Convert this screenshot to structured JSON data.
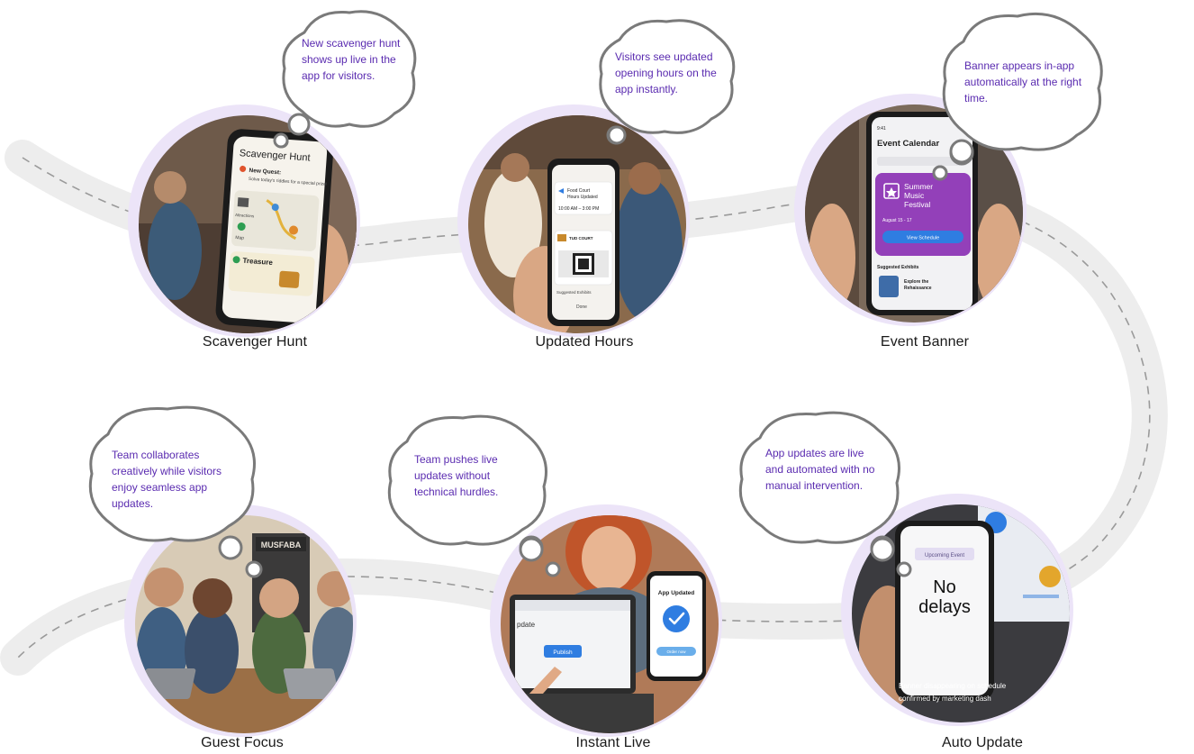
{
  "stations": [
    {
      "id": "scavenger-hunt",
      "label": "Scavenger Hunt",
      "bubble": "New scavenger hunt shows up live in the app for visitors.",
      "phone": {
        "title": "Scavenger Hunt",
        "quest_title": "New Quest:",
        "quest_body": "Solve today's riddles for a special prize!",
        "attractions": "Attractions",
        "map": "Map",
        "treasure": "Treasure"
      }
    },
    {
      "id": "updated-hours",
      "label": "Updated Hours",
      "bubble": "Visitors see updated opening hours on the app instantly.",
      "phone": {
        "notice_line1": "Food Court",
        "notice_line2": "Hours Updated",
        "hours": "10:00 AM – 3:00 PM",
        "card_title": "TUD COURT",
        "suggested": "Suggested Exhibits",
        "done": "Done"
      }
    },
    {
      "id": "event-banner",
      "label": "Event Banner",
      "bubble": "Banner appears in-app automatically at the right time.",
      "phone": {
        "time": "9:41",
        "title": "Event Calendar",
        "banner_title_1": "Summer",
        "banner_title_2": "Music",
        "banner_title_3": "Festival",
        "dates": "August 15 - 17",
        "cta": "View Schedule",
        "suggested": "Suggested Exhibits",
        "exhibit_1": "Explore the",
        "exhibit_2": "Rehaissance"
      }
    },
    {
      "id": "guest-focus",
      "label": "Guest Focus",
      "bubble": "Team collaborates creatively while visitors enjoy seamless app updates.",
      "sign": "MUSFABA"
    },
    {
      "id": "instant-live",
      "label": "Instant Live",
      "bubble": "Team pushes live updates without technical hurdles.",
      "laptop_heading": "pdate",
      "publish": "Publish",
      "phone": {
        "title": "App Updated",
        "cta": "Order now"
      }
    },
    {
      "id": "auto-update",
      "label": "Auto Update",
      "bubble": "App updates are live and automated with no manual intervention.",
      "phone": {
        "chip": "Upcoming Event",
        "big_1": "No",
        "big_2": "delays"
      },
      "caption_1": "Banner disappearing on schedule",
      "caption_2": "confirmed by marketing dash"
    }
  ],
  "colors": {
    "bubble_text": "#5a2bb0",
    "halo": "#ece4f8",
    "track": "#ededed",
    "dash": "#9a9a9a",
    "accent_blue": "#2f7de1",
    "banner_purple": "#7a3fd0"
  }
}
